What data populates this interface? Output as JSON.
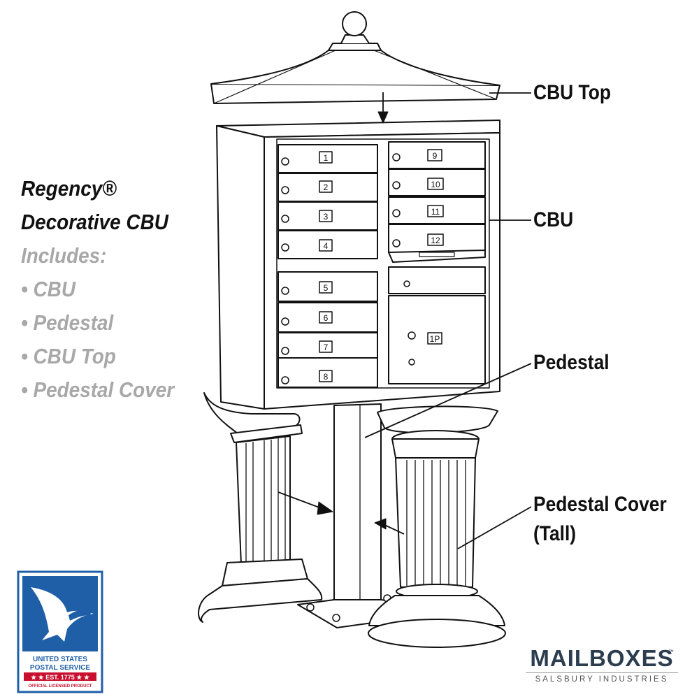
{
  "product": {
    "title_line1": "Regency®",
    "title_line2": "Decorative CBU",
    "includes_label": "Includes:",
    "includes": [
      "• CBU",
      "• Pedestal",
      "• CBU Top",
      "• Pedestal Cover"
    ]
  },
  "callouts": {
    "cbu_top": "CBU Top",
    "cbu": "CBU",
    "pedestal": "Pedestal",
    "pedestal_cover_line1": "Pedestal Cover",
    "pedestal_cover_line2": "(Tall)"
  },
  "mailbox_doors": {
    "left": [
      "1",
      "2",
      "3",
      "4",
      "5",
      "6",
      "7",
      "8"
    ],
    "right": [
      "9",
      "10",
      "11",
      "12"
    ],
    "parcel": "1P"
  },
  "usps_seal": {
    "line1": "UNITED STATES",
    "line2": "POSTAL SERVICE",
    "line3": "★ ★ EST. 1775 ★ ★",
    "line4": "OFFICIAL LICENSED PRODUCT"
  },
  "brand": {
    "name": "MAILBOXES",
    "trademark": "™",
    "subtitle": "SALSBURY INDUSTRIES"
  },
  "colors": {
    "ink": "#111111",
    "muted_text": "#a8a8a8",
    "usps_blue": "#1f5fa8",
    "usps_red": "#c8102e",
    "brand_navy": "#2b3d4f"
  }
}
